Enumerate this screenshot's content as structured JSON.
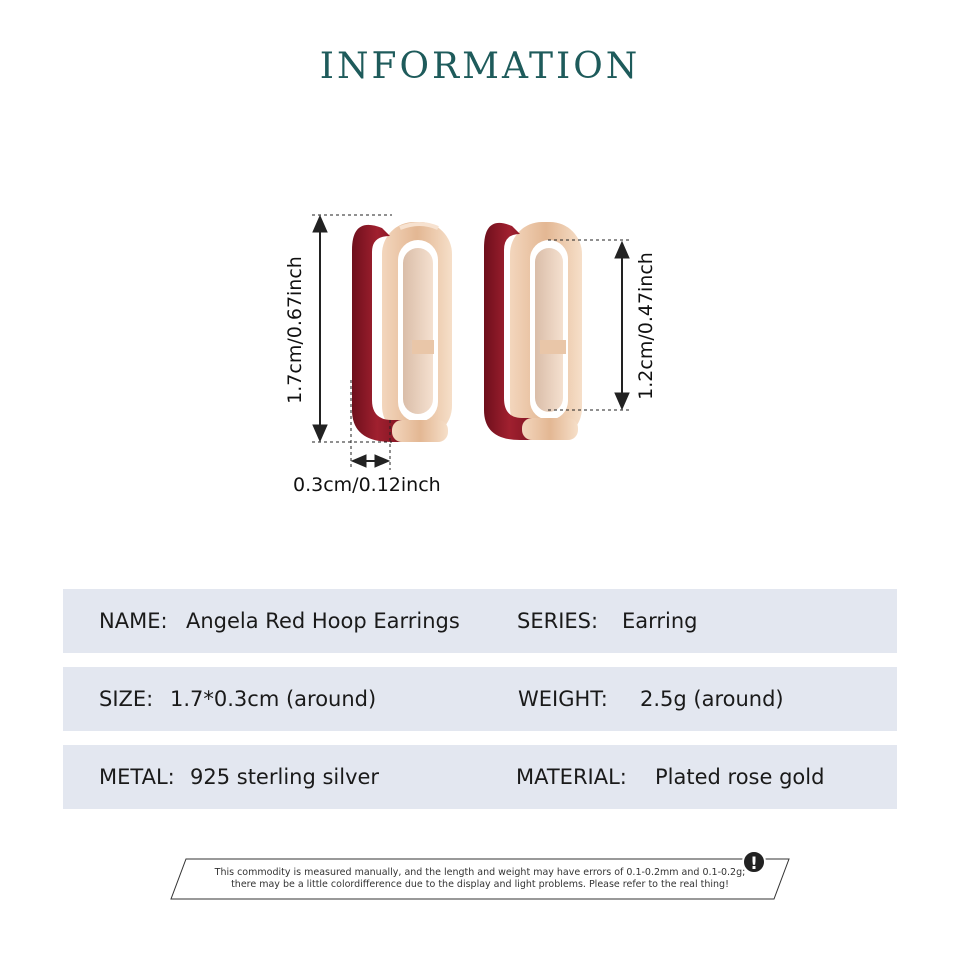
{
  "title": "INFORMATION",
  "dimensions": {
    "height_outer": "1.7cm/0.67inch",
    "height_inner": "1.2cm/0.47inch",
    "thickness": "0.3cm/0.12inch"
  },
  "specs": [
    {
      "left_label": "NAME:",
      "left_value": "Angela Red Hoop Earrings",
      "right_label": "SERIES:",
      "right_value": "Earring"
    },
    {
      "left_label": "SIZE:",
      "left_value": "1.7*0.3cm (around)",
      "right_label": "WEIGHT:",
      "right_value": "2.5g (around)"
    },
    {
      "left_label": "METAL:",
      "left_value": "925 sterling silver",
      "right_label": "MATERIAL:",
      "right_value": "Plated rose gold"
    }
  ],
  "notice": {
    "line1": "This commodity is measured manually, and the length and weight may have errors of 0.1-0.2mm and 0.1-0.2g;",
    "line2": "there may be a little colordifference due to the display and light problems. Please refer to the real thing!",
    "icon": "exclamation-icon"
  },
  "colors": {
    "title": "#1e5b5b",
    "row_bg": "#e3e7f0",
    "enamel_red": "#8b1a28",
    "rose_gold": "#e8c2a2"
  }
}
